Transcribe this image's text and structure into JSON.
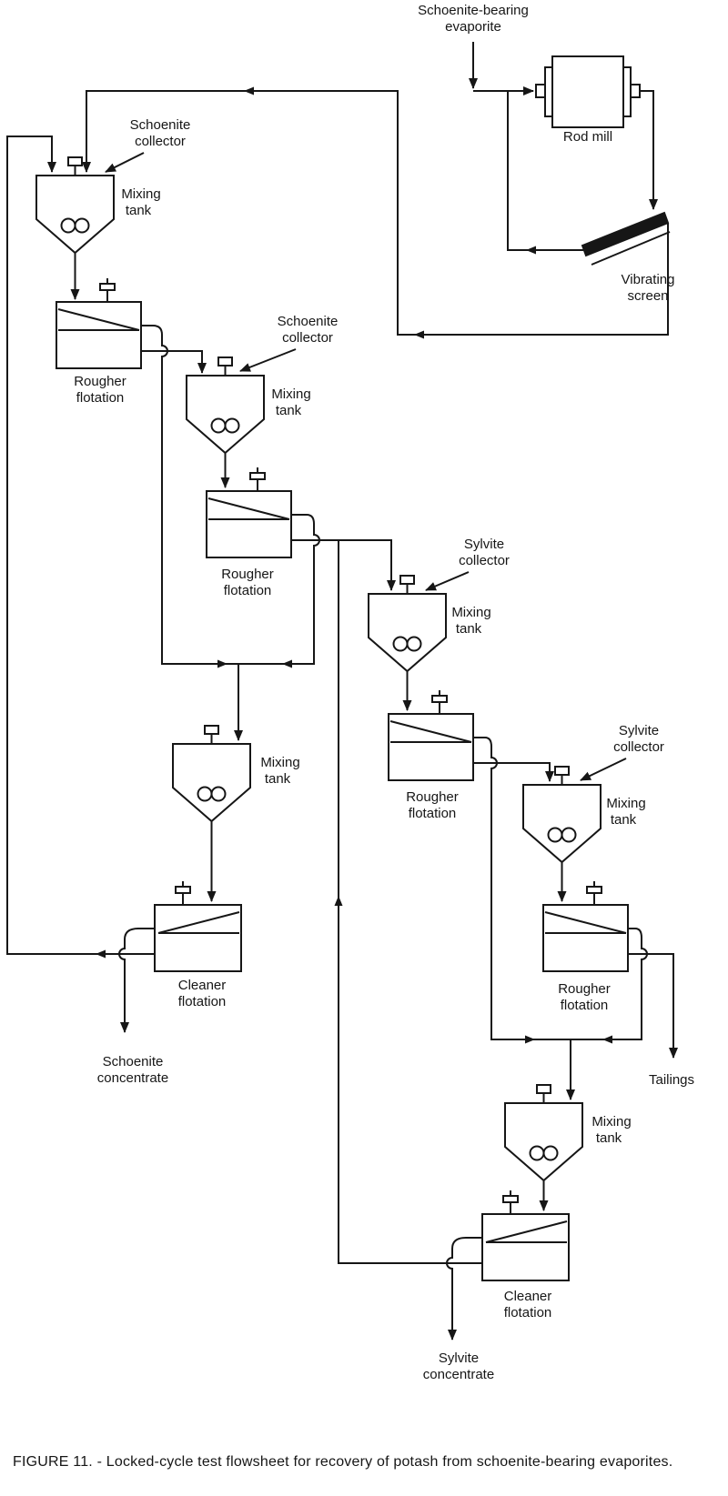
{
  "figure": {
    "caption": "FIGURE 11. - Locked-cycle test flowsheet for recovery of potash from schoenite-bearing evaporites."
  },
  "colors": {
    "ink": "#161616",
    "paper": "#ffffff"
  },
  "streams": {
    "feed": {
      "line1": "Schoenite-bearing",
      "line2": "evaporite"
    },
    "schoenite_collector_1": {
      "line1": "Schoenite",
      "line2": "collector"
    },
    "schoenite_collector_2": {
      "line1": "Schoenite",
      "line2": "collector"
    },
    "sylvite_collector_1": {
      "line1": "Sylvite",
      "line2": "collector"
    },
    "sylvite_collector_2": {
      "line1": "Sylvite",
      "line2": "collector"
    },
    "schoenite_concentrate": {
      "line1": "Schoenite",
      "line2": "concentrate"
    },
    "sylvite_concentrate": {
      "line1": "Sylvite",
      "line2": "concentrate"
    },
    "tailings": {
      "label": "Tailings"
    }
  },
  "units": {
    "rod_mill": {
      "label": "Rod mill"
    },
    "vibrating_screen": {
      "line1": "Vibrating",
      "line2": "screen"
    },
    "mixing_tank_1": {
      "line1": "Mixing",
      "line2": "tank"
    },
    "rougher_flotation_1": {
      "line1": "Rougher",
      "line2": "flotation"
    },
    "mixing_tank_2": {
      "line1": "Mixing",
      "line2": "tank"
    },
    "rougher_flotation_2": {
      "line1": "Rougher",
      "line2": "flotation"
    },
    "mixing_tank_3": {
      "line1": "Mixing",
      "line2": "tank"
    },
    "rougher_flotation_3": {
      "line1": "Rougher",
      "line2": "flotation"
    },
    "mixing_tank_4": {
      "line1": "Mixing",
      "line2": "tank"
    },
    "rougher_flotation_4": {
      "line1": "Rougher",
      "line2": "flotation"
    },
    "mixing_tank_5": {
      "line1": "Mixing",
      "line2": "tank"
    },
    "cleaner_flotation_1": {
      "line1": "Cleaner",
      "line2": "flotation"
    },
    "mixing_tank_6": {
      "line1": "Mixing",
      "line2": "tank"
    },
    "cleaner_flotation_2": {
      "line1": "Cleaner",
      "line2": "flotation"
    }
  }
}
